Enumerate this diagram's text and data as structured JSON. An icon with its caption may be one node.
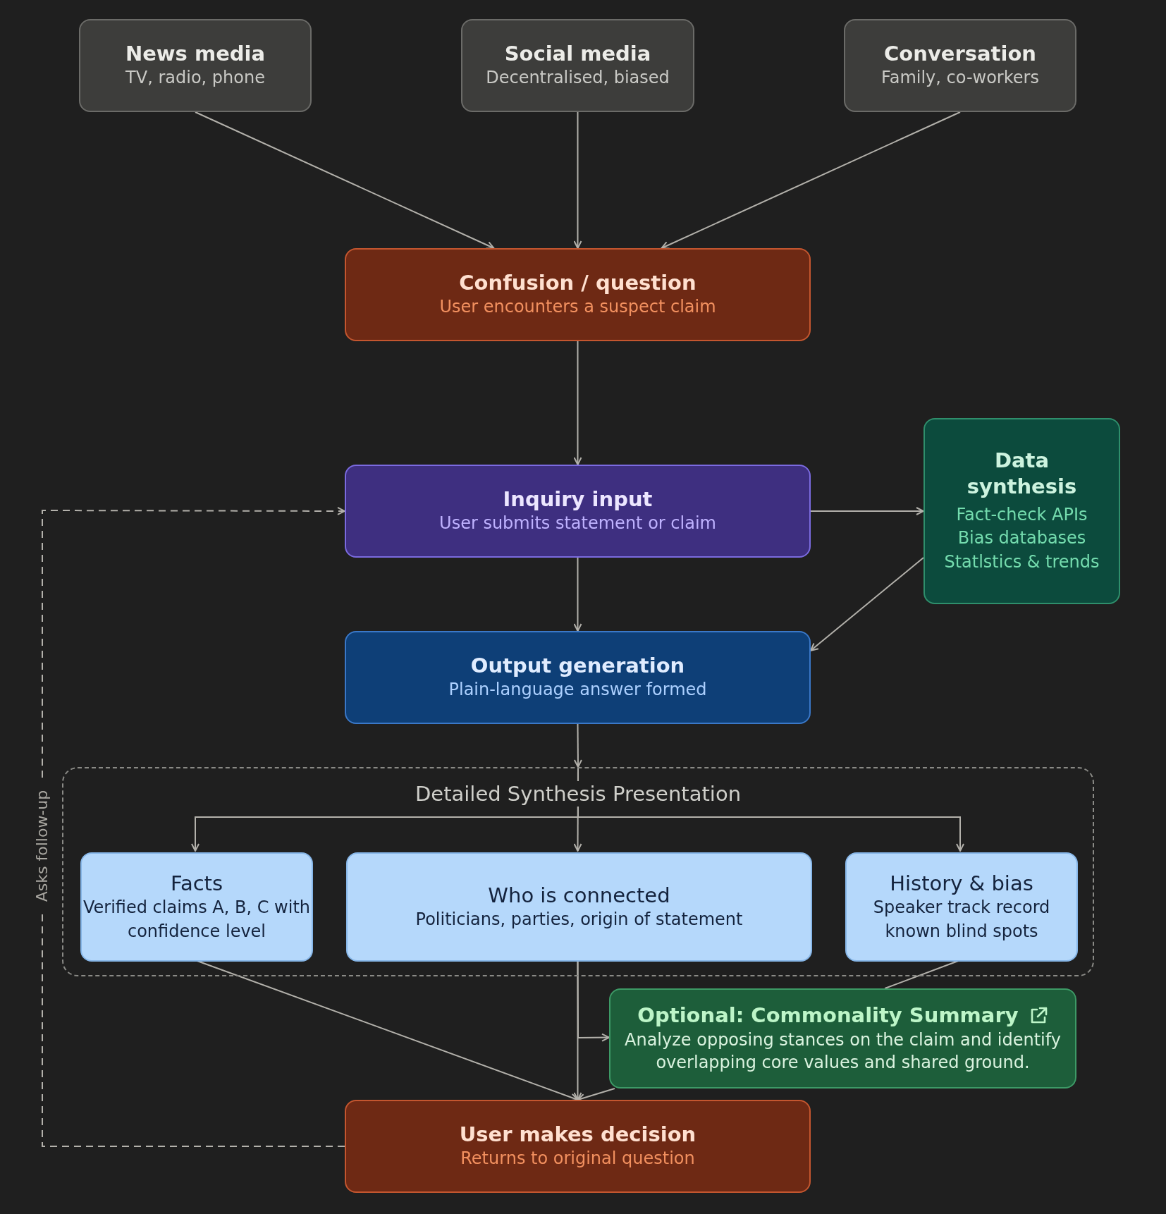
{
  "diagram": {
    "nodes": [
      {
        "text": [
          "News media",
          "TV, radio, phone"
        ]
      },
      {
        "text": [
          "Social media",
          "Decentralised, biased"
        ]
      },
      {
        "text": [
          "Conversation",
          "Family, co-workers"
        ]
      },
      {
        "text": [
          "Confusion / question",
          "User encounters a suspect claim"
        ]
      },
      {
        "text": [
          "Inquiry input",
          "User submits statement or claim"
        ]
      },
      {
        "text": [
          "Data synthesis",
          "Fact-check APIs",
          "Bias databases",
          "Statlstics & trends"
        ]
      },
      {
        "text": [
          "Output generation",
          "Plain-language answer formed"
        ]
      },
      {
        "text": [
          "Detailed Synthesis Presentation"
        ]
      },
      {
        "text": [
          "Facts",
          "Verified claims A, B, C with confidence level"
        ],
        "in": 7
      },
      {
        "text": [
          "Who is connected",
          "Politicians, parties, origin of statement"
        ],
        "in": 7
      },
      {
        "text": [
          "History & bias",
          "Speaker track record known blind spots"
        ],
        "in": 7
      },
      {
        "text": [
          "Optional: Commonality Summary",
          "Analyze opposing stances on the claim and identify overlapping core values and shared ground."
        ]
      },
      {
        "text": [
          "User makes decision",
          "Returns to original question"
        ]
      }
    ],
    "edges": [
      {
        "from": 0,
        "to": 3,
        "arrow": "to"
      },
      {
        "from": 1,
        "to": 3,
        "arrow": "to"
      },
      {
        "from": 2,
        "to": 3,
        "arrow": "to"
      },
      {
        "from": 3,
        "to": 4,
        "arrow": "to"
      },
      {
        "from": 4,
        "to": 5,
        "arrow": "to"
      },
      {
        "from": 5,
        "to": 6,
        "arrow": "to"
      },
      {
        "from": 4,
        "to": 6,
        "arrow": "to"
      },
      {
        "from": 6,
        "to": 7,
        "arrow": "to"
      },
      {
        "from": 7,
        "to": 8,
        "arrow": "to"
      },
      {
        "from": 7,
        "to": 9,
        "arrow": "to"
      },
      {
        "from": 7,
        "to": 10,
        "arrow": "to"
      },
      {
        "from": 8,
        "to": 12,
        "arrow": "to"
      },
      {
        "from": 9,
        "to": 12,
        "arrow": "to"
      },
      {
        "from": 9,
        "to": 11,
        "arrow": "to"
      },
      {
        "from": 10,
        "to": 11,
        "arrow": "none"
      },
      {
        "from": 11,
        "to": 12,
        "arrow": "to"
      },
      {
        "from": 12,
        "to": 4,
        "arrow": "to",
        "style": "dashed",
        "label": "Asks follow-up"
      }
    ]
  }
}
